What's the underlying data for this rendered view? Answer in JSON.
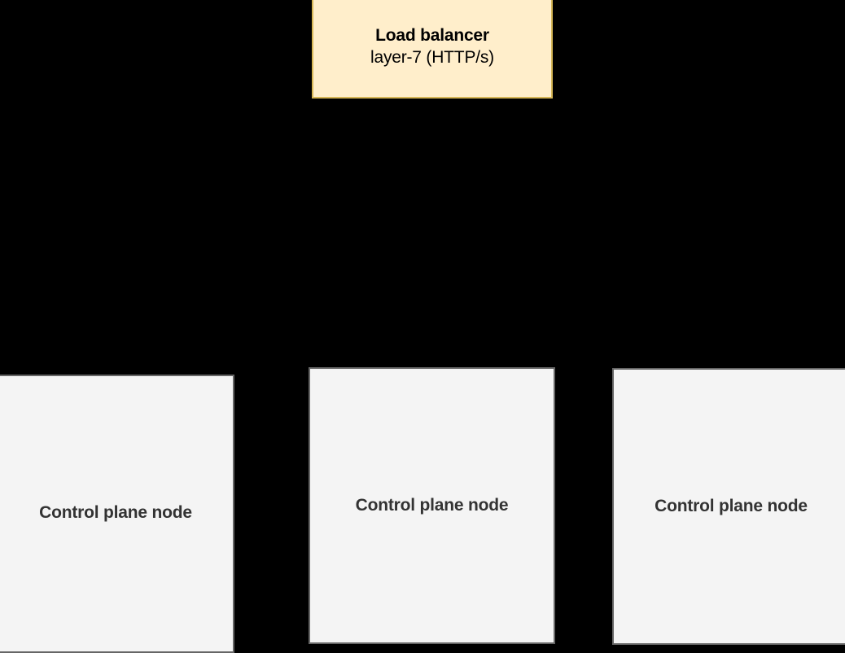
{
  "diagram": {
    "background_color": "#000000",
    "nodes": [
      {
        "id": "load-balancer",
        "title": "Load balancer",
        "subtitle": "layer-7 (HTTP/s)",
        "fill_color": "#ffeecb",
        "border_color": "#d6b656",
        "text_color": "#000000"
      },
      {
        "id": "control-plane-node-1",
        "label": "Control plane node",
        "fill_color": "#f4f4f4",
        "border_color": "#666666",
        "text_color": "#333333"
      },
      {
        "id": "control-plane-node-2",
        "label": "Control plane node",
        "fill_color": "#f4f4f4",
        "border_color": "#666666",
        "text_color": "#333333"
      },
      {
        "id": "control-plane-node-3",
        "label": "Control plane node",
        "fill_color": "#f4f4f4",
        "border_color": "#666666",
        "text_color": "#333333"
      }
    ]
  }
}
